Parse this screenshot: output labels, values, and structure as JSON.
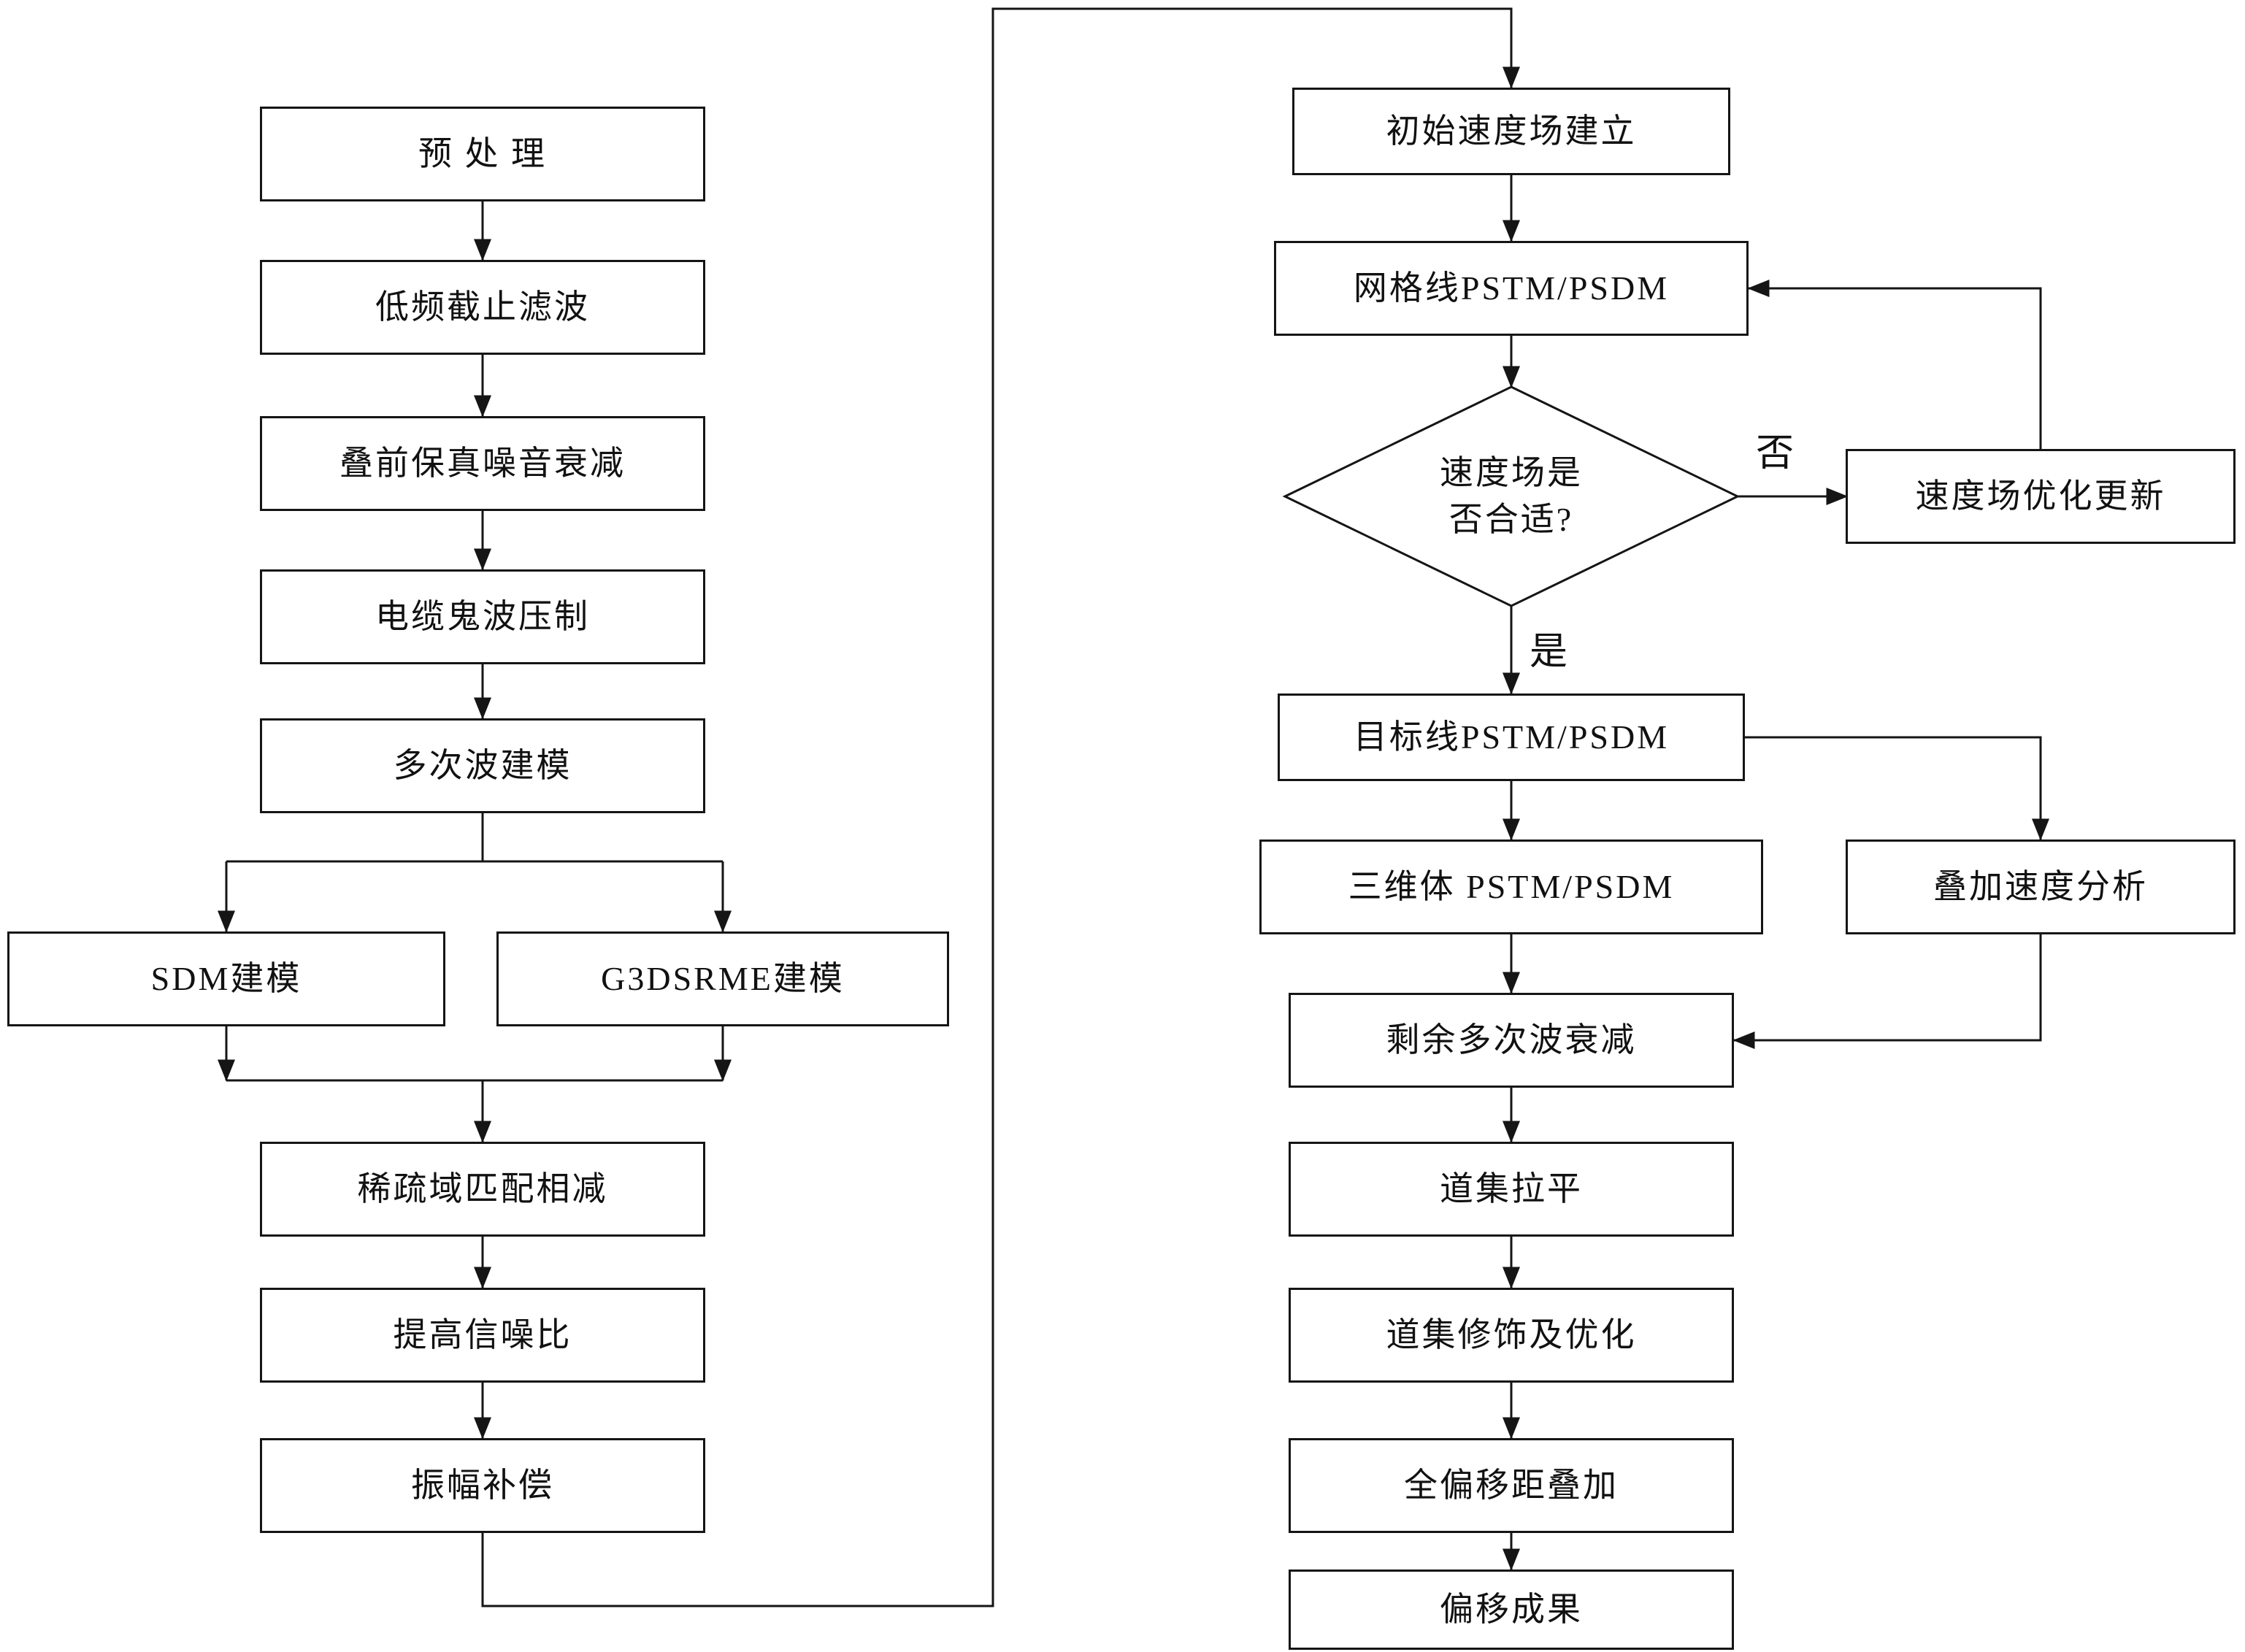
{
  "nodes": {
    "preprocess": "预 处 理",
    "low_cut_filter": "低频截止滤波",
    "prestack_noise_attenuation": "叠前保真噪音衰减",
    "cable_ghost_suppression": "电缆鬼波压制",
    "multiple_modeling": "多次波建模",
    "sdm_modeling": "SDM建模",
    "g3dsrme_modeling": "G3DSRME建模",
    "sparse_domain_matching_subtraction": "稀疏域匹配相减",
    "improve_snr": "提高信噪比",
    "amplitude_compensation": "振幅补偿",
    "initial_velocity_field": "初始速度场建立",
    "grid_line_pstm_psdm": "网格线PSTM/PSDM",
    "velocity_field_suitable": "速度场是\n否合适?",
    "velocity_field_update": "速度场优化更新",
    "target_line_pstm_psdm": "目标线PSTM/PSDM",
    "volume_pstm_psdm": "三维体 PSTM/PSDM",
    "stacking_velocity_analysis": "叠加速度分析",
    "residual_multiple_attenuation": "剩余多次波衰减",
    "gather_flattening": "道集拉平",
    "gather_refinement": "道集修饰及优化",
    "full_offset_stack": "全偏移距叠加",
    "migration_result": "偏移成果"
  },
  "edge_labels": {
    "no": "否",
    "yes": "是"
  }
}
